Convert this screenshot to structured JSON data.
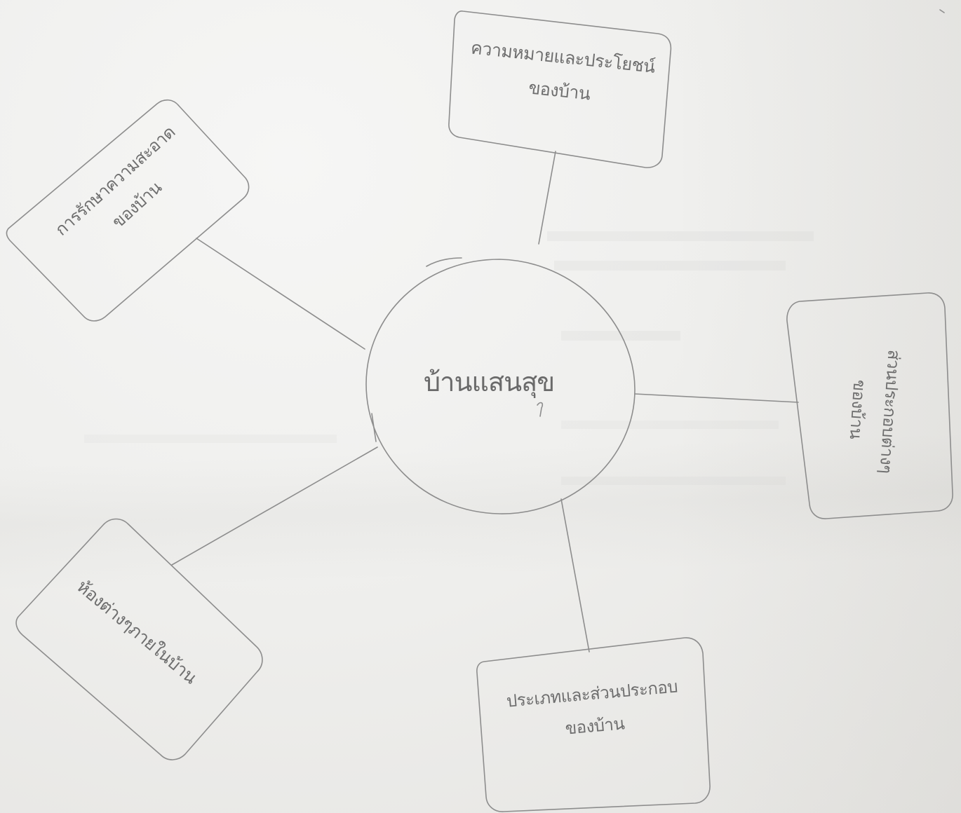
{
  "diagram": {
    "center": {
      "label": "บ้านแสนสุข"
    },
    "nodes": [
      {
        "id": "meaning",
        "lines": [
          "ความหมายและประโยชน์",
          "ของบ้าน"
        ]
      },
      {
        "id": "care",
        "lines": [
          "การรักษาความสะอาด",
          "ของบ้าน"
        ]
      },
      {
        "id": "components",
        "lines": [
          "ส่วนประกอบต่างๆ",
          "ของบ้าน"
        ]
      },
      {
        "id": "types",
        "lines": [
          "ประเภทและส่วนประกอบ",
          "ของบ้าน"
        ]
      },
      {
        "id": "rooms",
        "lines": [
          "ห้องต่างๆภายในบ้าน"
        ]
      }
    ],
    "colors": {
      "pencil": "#8a8a8a",
      "paper": "#efefed"
    }
  }
}
